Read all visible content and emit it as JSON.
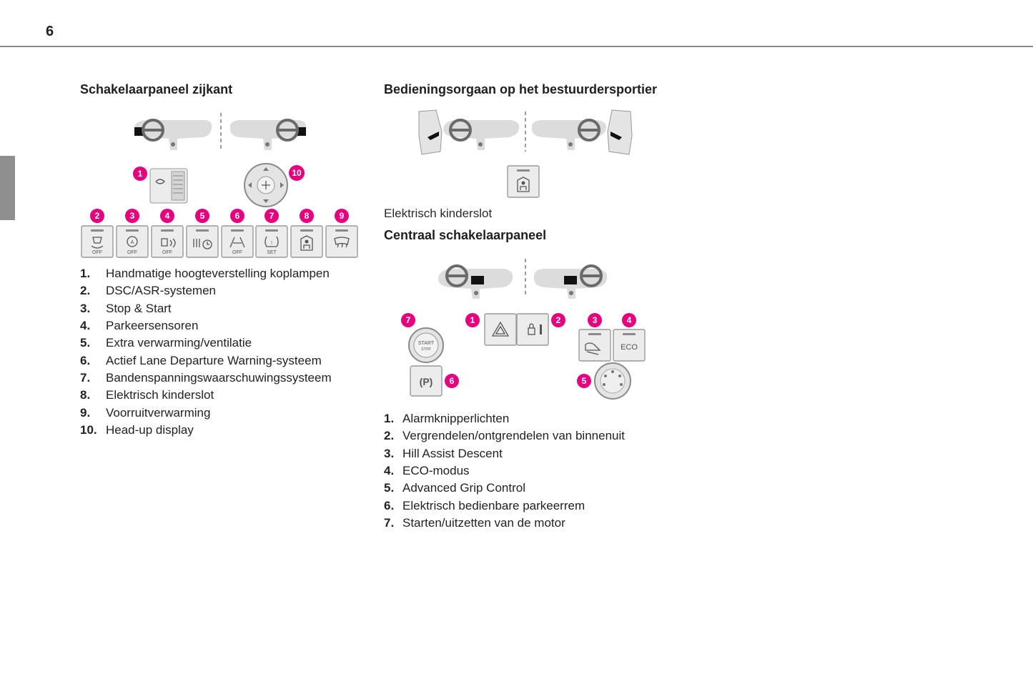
{
  "page_number": "6",
  "left": {
    "heading": "Schakelaarpaneel zijkant",
    "callouts": [
      "1",
      "10",
      "2",
      "3",
      "4",
      "5",
      "6",
      "7",
      "8",
      "9"
    ],
    "button_labels": [
      "OFF",
      "OFF",
      "OFF",
      "OFF",
      "SET"
    ],
    "items": [
      {
        "num": "1.",
        "text": "Handmatige hoogteverstelling koplampen"
      },
      {
        "num": "2.",
        "text": "DSC/ASR-systemen"
      },
      {
        "num": "3.",
        "text": "Stop & Start"
      },
      {
        "num": "4.",
        "text": "Parkeersensoren"
      },
      {
        "num": "5.",
        "text": "Extra verwarming/ventilatie"
      },
      {
        "num": "6.",
        "text": "Actief Lane Departure Warning-systeem"
      },
      {
        "num": "7.",
        "text": "Bandenspanningswaarschuwingssysteem"
      },
      {
        "num": "8.",
        "text": "Elektrisch kinderslot"
      },
      {
        "num": "9.",
        "text": "Voorruitverwarming"
      },
      {
        "num": "10.",
        "text": "Head-up display"
      }
    ]
  },
  "right": {
    "heading_door": "Bedieningsorgaan op het bestuurdersportier",
    "door_caption": "Elektrisch kinderslot",
    "heading_central": "Centraal schakelaarpaneel",
    "callouts": [
      "7",
      "1",
      "2",
      "3",
      "4",
      "5",
      "6"
    ],
    "start_label": "START",
    "stop_label": "STOP",
    "park_label": "(P)",
    "eco_label": "ECO",
    "items": [
      {
        "num": "1.",
        "text": "Alarmknipperlichten"
      },
      {
        "num": "2.",
        "text": "Vergrendelen/ontgrendelen van binnenuit"
      },
      {
        "num": "3.",
        "text": "Hill Assist Descent"
      },
      {
        "num": "4.",
        "text": "ECO-modus"
      },
      {
        "num": "5.",
        "text": "Advanced Grip Control"
      },
      {
        "num": "6.",
        "text": "Elektrisch bedienbare parkeerrem"
      },
      {
        "num": "7.",
        "text": "Starten/uitzetten van de motor"
      }
    ]
  },
  "colors": {
    "callout": "#e6007e",
    "rule": "#8a8a8a",
    "side_tab": "#8f8f8f"
  }
}
